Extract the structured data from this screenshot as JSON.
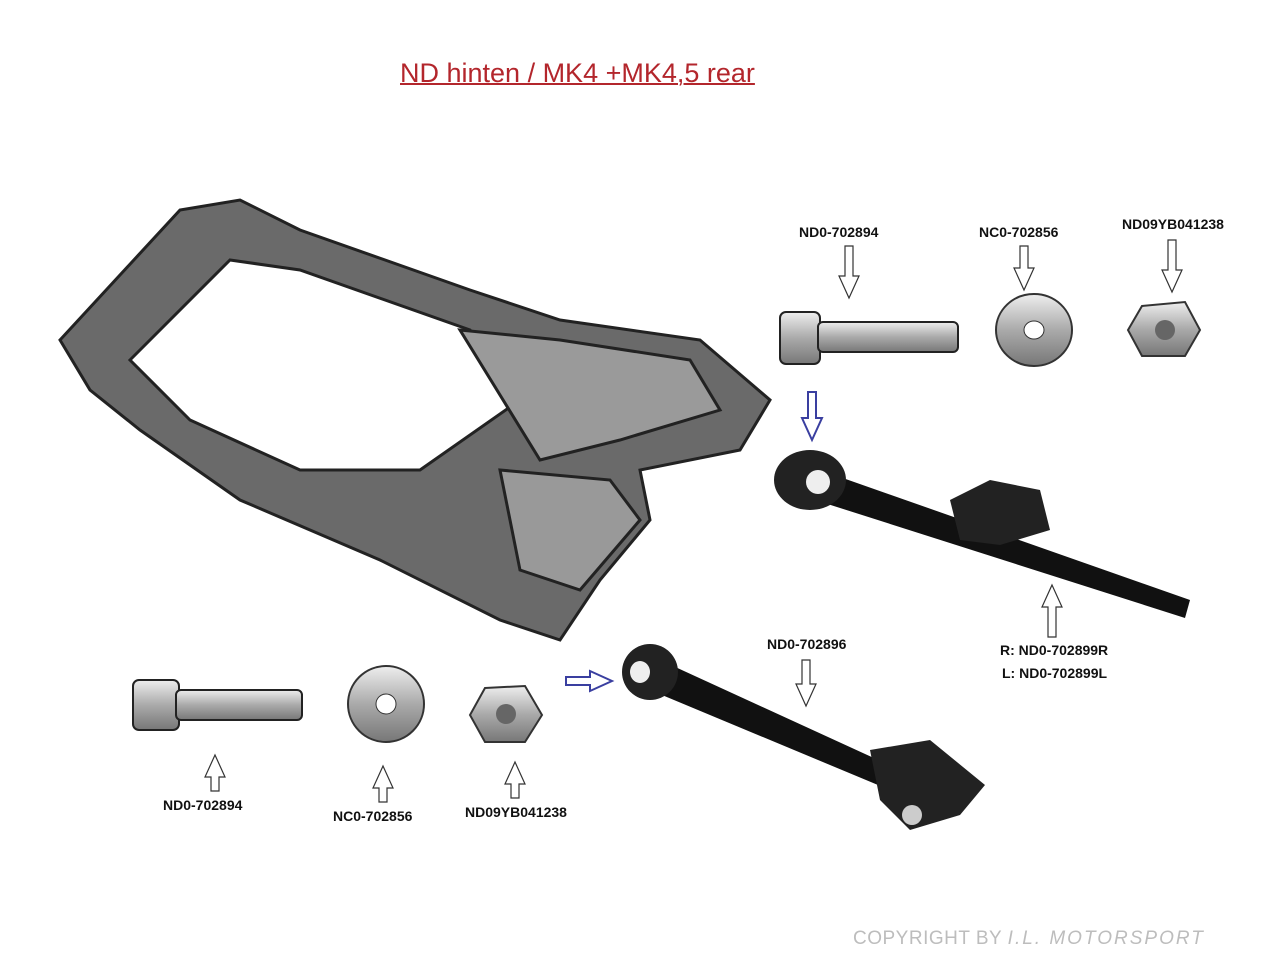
{
  "title": "ND hinten / MK4 +MK4,5 rear",
  "labels": {
    "top_bolt": "ND0-702894",
    "top_washer": "NC0-702856",
    "top_nut": "ND09YB041238",
    "arm_upper_r": "R: ND0-702899R",
    "arm_upper_l": "L: ND0-702899L",
    "arm_lower": "ND0-702896",
    "bottom_bolt": "ND0-702894",
    "bottom_washer": "NC0-702856",
    "bottom_nut": "ND09YB041238"
  },
  "copyright": {
    "prefix": "COPYRIGHT BY",
    "brand": "I.L. MOTORSPORT"
  },
  "colors": {
    "title": "#b3262c",
    "pointer_arrow": "#3a3fa0"
  }
}
